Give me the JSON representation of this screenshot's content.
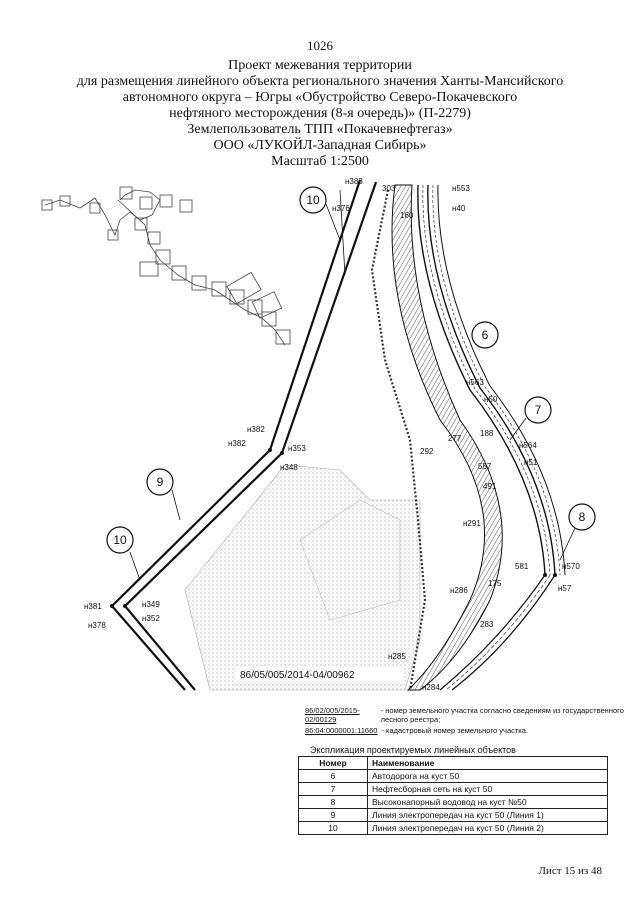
{
  "header": {
    "page_number": "1026",
    "line1": "Проект межевания территории",
    "line2": "для размещения линейного объекта регионального значения Ханты-Мансийского",
    "line3": "автономного округа – Югры «Обустройство Северо-Покачевского",
    "line4": "нефтяного месторождения (8-я очередь)» (П-2279)",
    "line5": "Землепользователь ТПП «Покачевнефтегаз»",
    "line6": "ООО «ЛУКОЙЛ-Западная Сибирь»",
    "line7": "Масштаб 1:2500"
  },
  "map": {
    "forest_plot_label": "86/05/005/2014-04/00962",
    "circle_labels": [
      "10",
      "6",
      "7",
      "9",
      "10",
      "8"
    ],
    "points": [
      "н383",
      "н376",
      "303",
      "н553",
      "н40",
      "160",
      "н563",
      "н50",
      "н564",
      "н51",
      "н382",
      "н382",
      "н353",
      "н348",
      "292",
      "277",
      "188",
      "557",
      "491",
      "н291",
      "581",
      "н570",
      "н57",
      "н381",
      "н378",
      "н349",
      "н352",
      "н286",
      "175",
      "283",
      "н285",
      "н284"
    ]
  },
  "legend": {
    "item1_code": "86/02/005/2015-02/00129",
    "item1_text": "- номер земельного участка согласно сведениям из государственного лесного реестра;",
    "item2_code": "86:04:0000001:11660",
    "item2_text": "- кадастровый номер земельного участка."
  },
  "explication": {
    "title": "Экспликация проектируемых линейных объектов",
    "headers": [
      "Номер",
      "Наименование"
    ],
    "rows": [
      {
        "num": "6",
        "name": "Автодорога на куст 50"
      },
      {
        "num": "7",
        "name": "Нефтесборная сеть на куст 50"
      },
      {
        "num": "8",
        "name": "Высоконапорный водовод на куст №50"
      },
      {
        "num": "9",
        "name": "Линия электропередач на куст 50 (Линия 1)"
      },
      {
        "num": "10",
        "name": "Линия электропередач на куст 50 (Линия 2)"
      }
    ]
  },
  "footer": {
    "sheet": "Лист 15 из 48"
  }
}
